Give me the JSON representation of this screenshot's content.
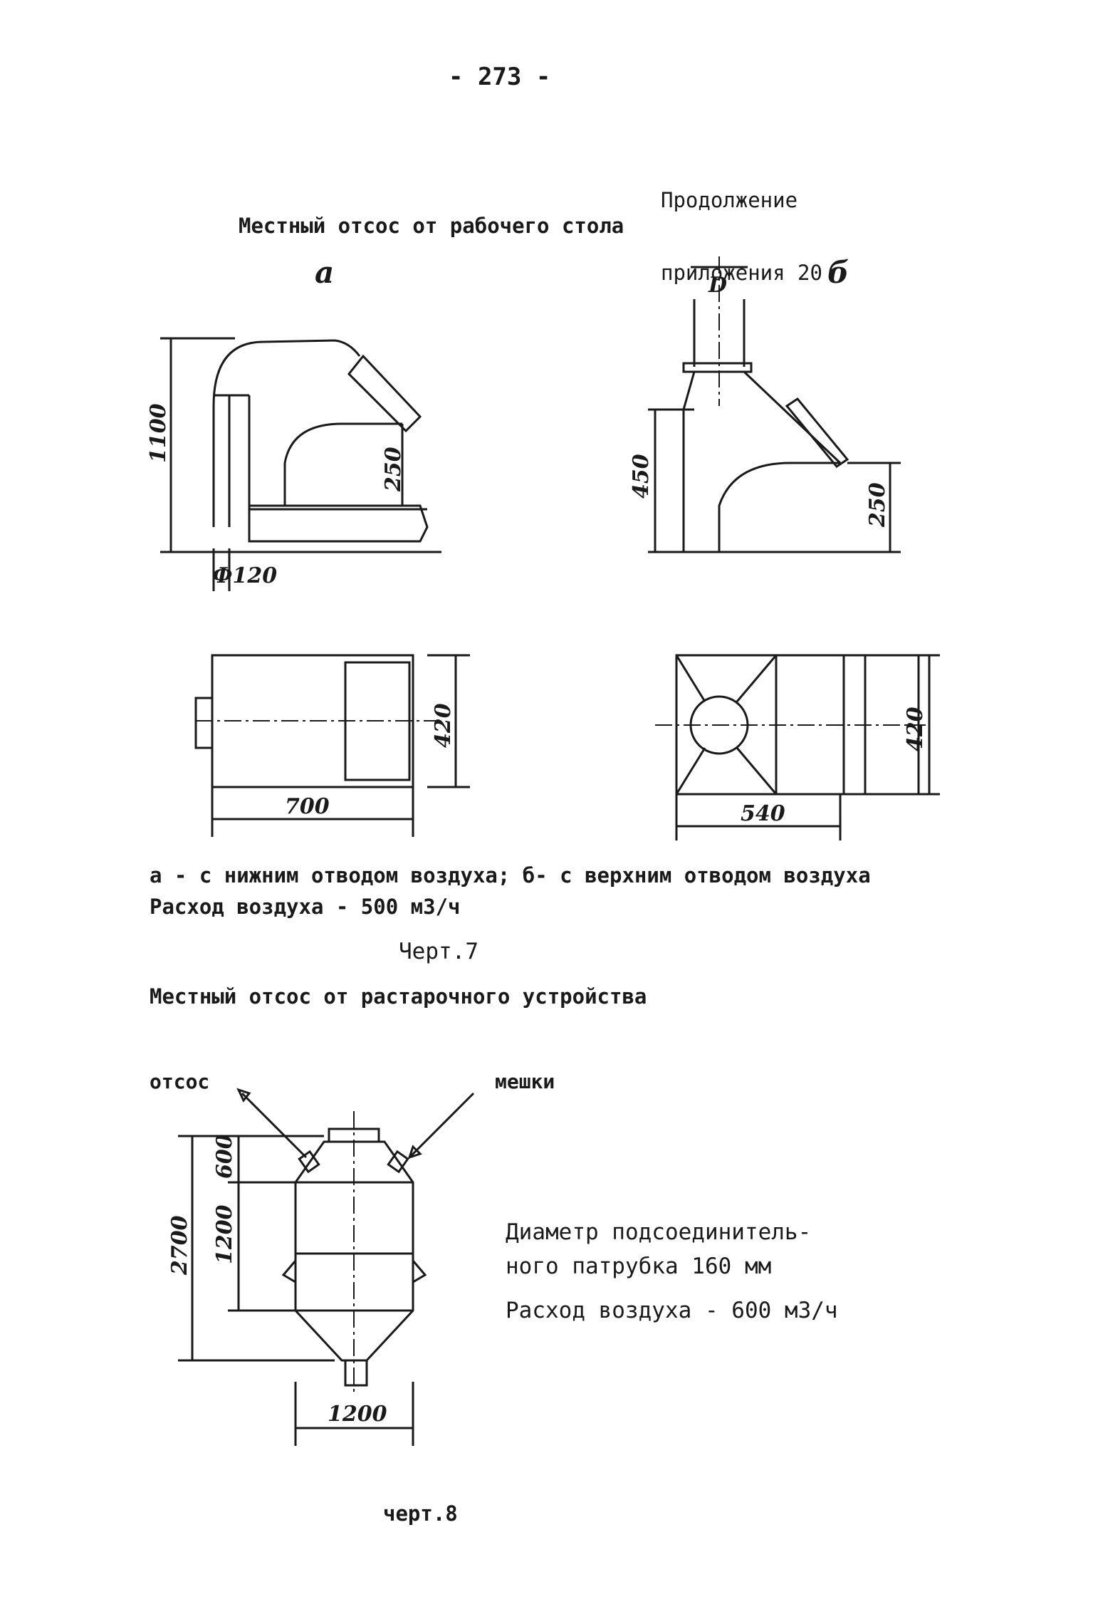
{
  "page_number": "- 273 -",
  "continuation": {
    "line1": "Продолжение",
    "line2": "приложения 20"
  },
  "section1": {
    "title": "Местный отсос от рабочего стола",
    "view_a": "а",
    "view_b": "б",
    "dims_a": {
      "height": "1100",
      "hood": "250",
      "pipe": "Ф120",
      "depth": "420",
      "length": "700"
    },
    "dims_b": {
      "duct": "D",
      "height": "450",
      "hood": "250",
      "depth": "420",
      "length": "540"
    },
    "caption_line1": "а - с нижним отводом воздуха; б- с верхним отводом воздуха",
    "caption_line2": "Расход воздуха - 500 м3/ч",
    "figure": "Черт.7"
  },
  "section2": {
    "title": "Местный отсос от растарочного устройства",
    "label_suction": "отсос",
    "label_bags": "мешки",
    "dims": {
      "total": "2700",
      "top": "600",
      "body": "1200",
      "width": "1200"
    },
    "note_line1": "Диаметр подсоединитель-",
    "note_line2": "ного патрубка 160 мм",
    "note_line3": "Расход воздуха - 600 м3/ч",
    "figure": "черт.8"
  }
}
